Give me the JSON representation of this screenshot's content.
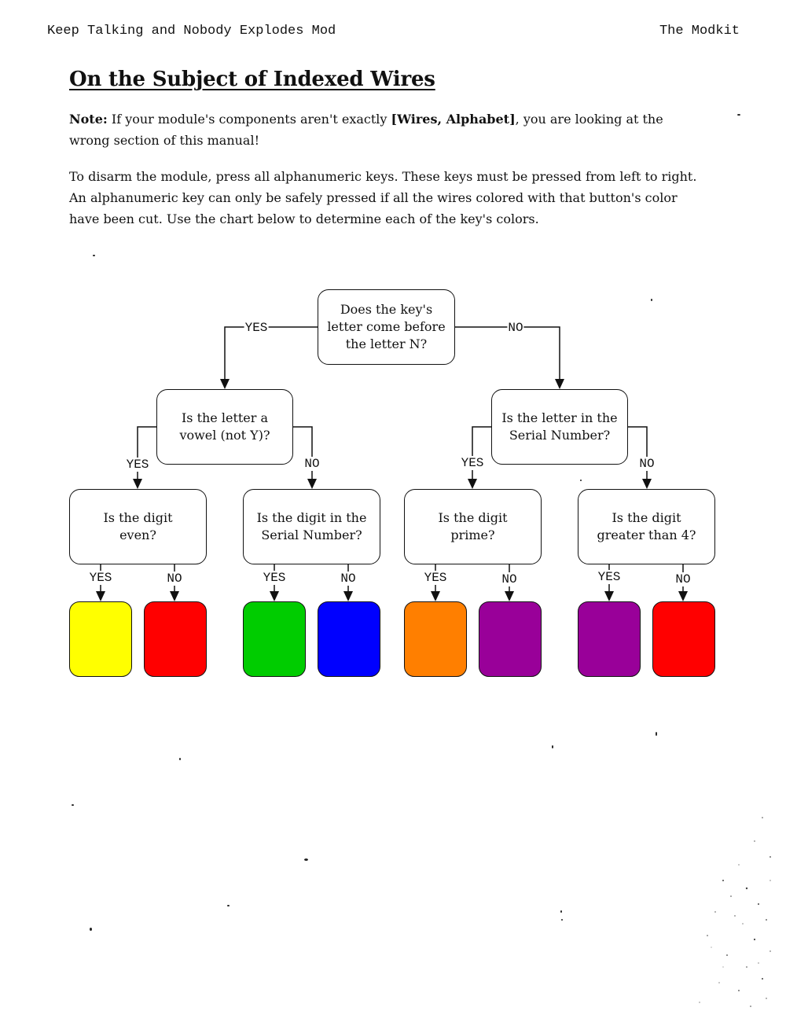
{
  "header": {
    "left": "Keep Talking and Nobody Explodes Mod",
    "right": "The Modkit"
  },
  "title": "On the Subject of Indexed Wires",
  "note": {
    "label": "Note:",
    "text_before": " If your module's components aren't exactly ",
    "components": "[Wires, Alphabet]",
    "text_after": ", you are looking at the wrong section of this manual!"
  },
  "instructions": "To disarm the module, press all alphanumeric keys. These keys must be pressed from left to right. An alphanumeric key can only be safely pressed if all the wires colored with that button's color have been cut. Use the chart below to determine each of the key's colors.",
  "flowchart": {
    "root": "Does the key's letter come before the letter N?",
    "vowel_question": "Is the letter a vowel (not Y)?",
    "serial_letter_question": "Is the letter in the Serial Number?",
    "digit_even_question": "Is the digit even?",
    "digit_in_serial_question": "Is the digit in the Serial Number?",
    "digit_prime_question": "Is the digit prime?",
    "digit_greater_question": "Is the digit greater than 4?",
    "yes_label": "YES",
    "no_label": "NO"
  },
  "outcomes": {
    "colors": {
      "yellow": "#ffff00",
      "red": "#ff0000",
      "green": "#00cc00",
      "blue": "#0000ff",
      "orange": "#ff7f00",
      "purple": "#990099"
    },
    "sequence": [
      "yellow",
      "red",
      "green",
      "blue",
      "orange",
      "purple",
      "purple",
      "red"
    ]
  }
}
